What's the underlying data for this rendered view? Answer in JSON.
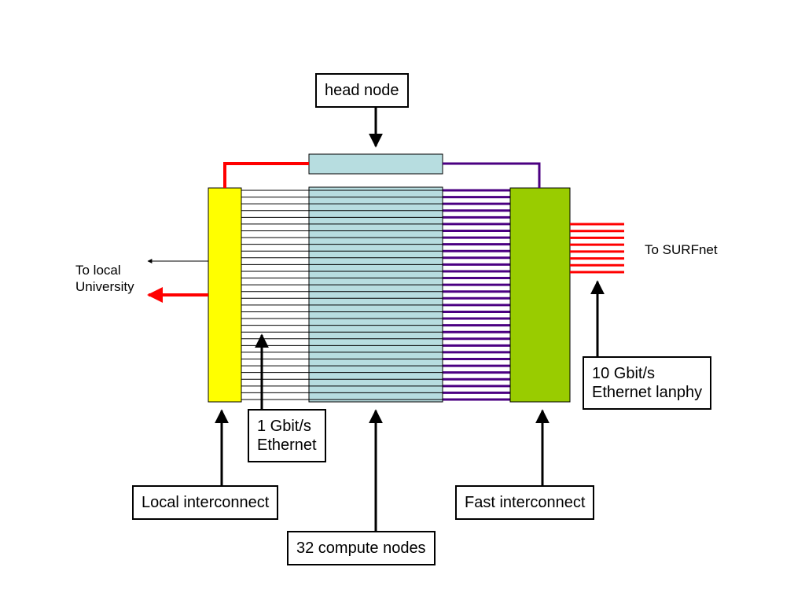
{
  "labels": {
    "head_node": "head node",
    "to_local_university": "To local\nUniversity",
    "to_surfnet": "To SURFnet",
    "ethernet_1g": "1 Gbit/s\nEthernet",
    "ethernet_10g": "10 Gbit/s\nEthernet lanphy",
    "local_interconnect": "Local interconnect",
    "fast_interconnect": "Fast interconnect",
    "compute_nodes": "32 compute nodes"
  },
  "counts": {
    "compute_nodes": 32,
    "surfnet_links": 8
  },
  "colors": {
    "local_switch": "#ffff00",
    "fast_switch": "#99cc00",
    "nodes": "#b7dde0",
    "head_node": "#b7dde0",
    "red_link": "#ff0000",
    "purple_link": "#4b0082",
    "line": "#000000"
  }
}
